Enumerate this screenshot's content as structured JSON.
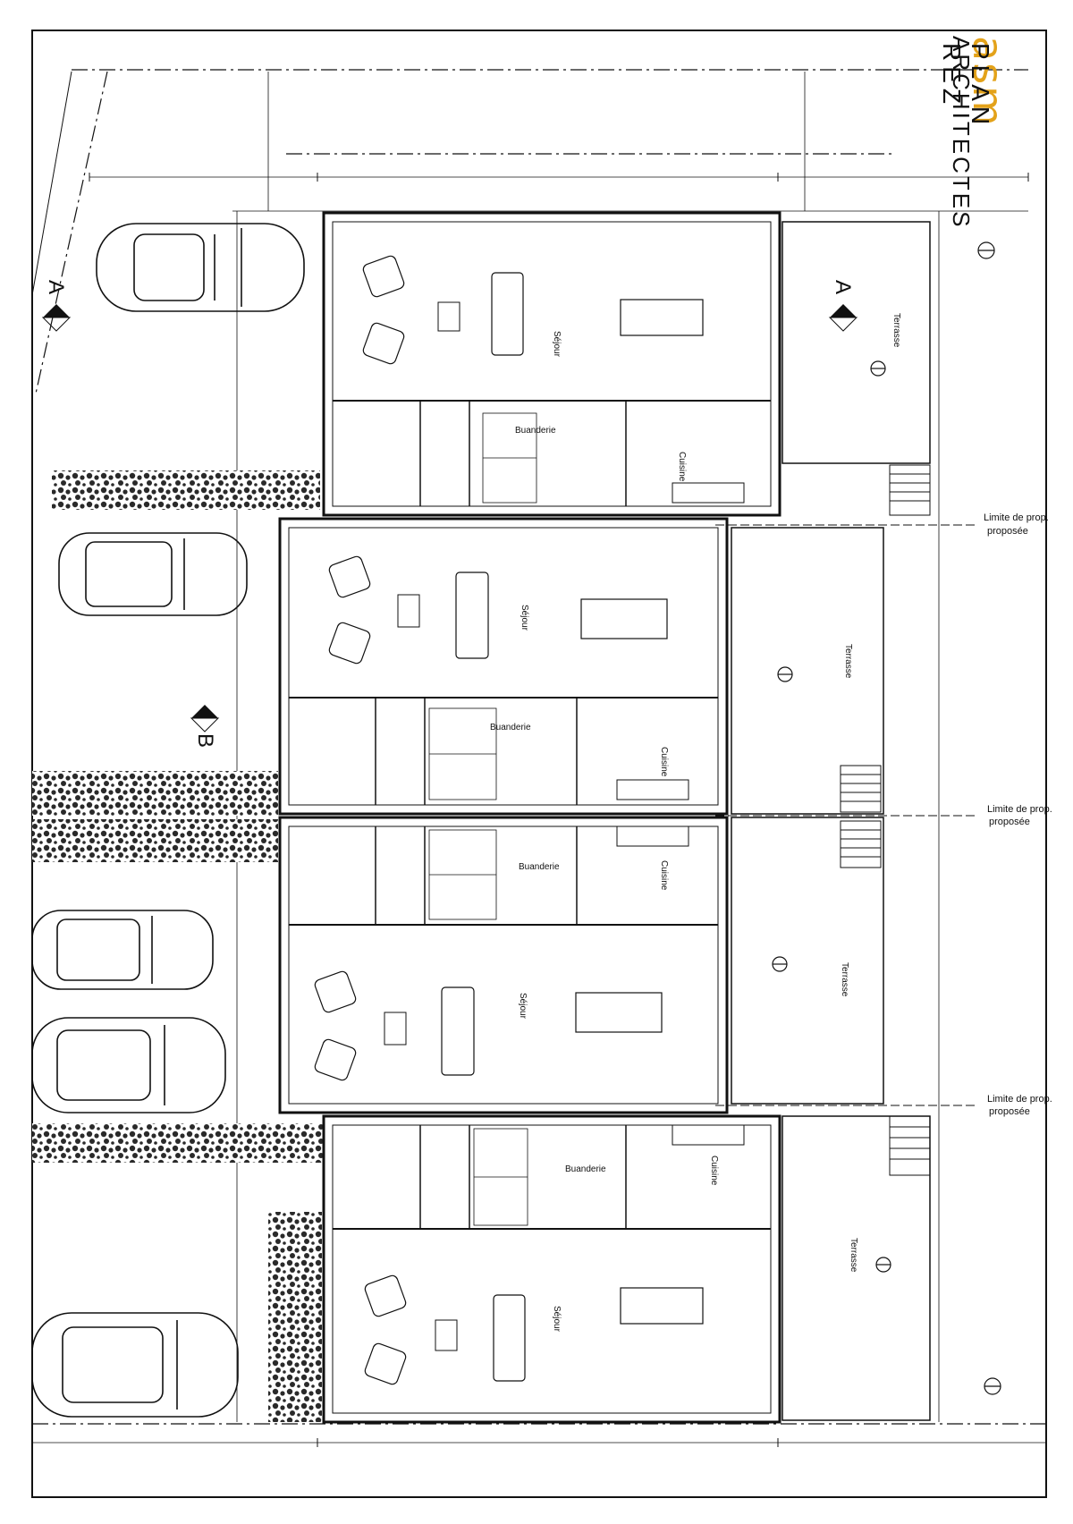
{
  "title_block": {
    "firm_logo": "asm",
    "firm_name": "ARCHITECTES",
    "plan_title": "PLAN REZ"
  },
  "section_markers": {
    "a": "A",
    "b": "B"
  },
  "rooms": {
    "buanderie": "Buanderie",
    "cuisine": "Cuisine",
    "terrasse": "Terrasse",
    "sejour": "Séjour"
  },
  "limit_label": {
    "line1": "Limite de prop.",
    "line2": "proposée"
  },
  "colors": {
    "ink": "#111111",
    "hedge": "#2a2a2a",
    "logo_accent": "#e3a21a",
    "paper": "#ffffff"
  }
}
